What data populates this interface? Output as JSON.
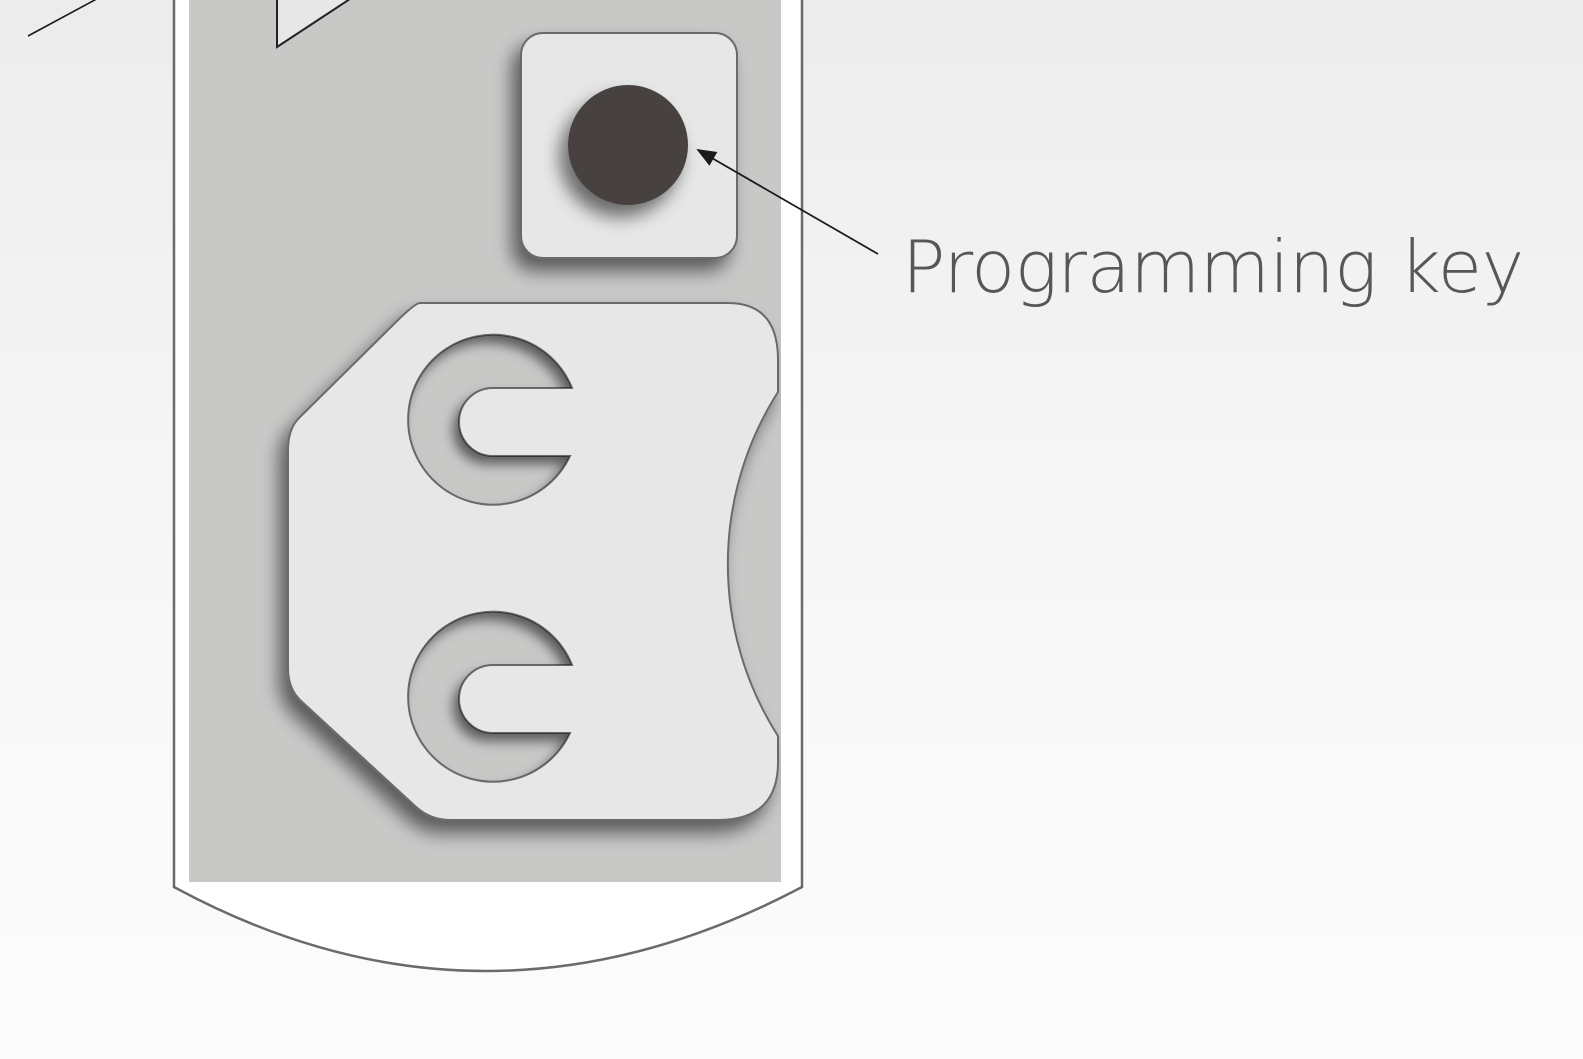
{
  "labels": {
    "programming_key": "Programming key"
  },
  "colors": {
    "device_outline": "#6a6a6a",
    "device_body": "#ffffff",
    "inner_panel": "#c8c8c7",
    "component_fill": "#e7e7e7",
    "key_button": "#474340",
    "label_text": "#575757",
    "leader_line": "#1a1a1a"
  },
  "icons": {
    "programming_key": "round-push-button",
    "battery_holder": "coin-cell-battery-holder"
  }
}
